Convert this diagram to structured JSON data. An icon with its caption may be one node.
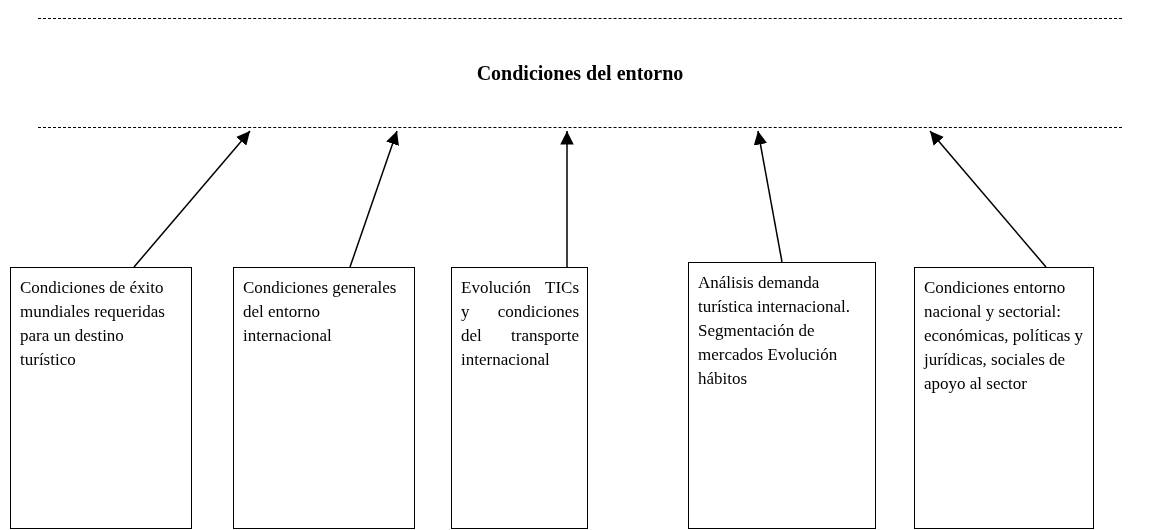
{
  "diagram": {
    "nodes": [
      {
        "text": [
          "Condiciones del entorno"
        ]
      },
      {
        "text": [
          "Condiciones de éxito mundiales requeridas para un destino turístico"
        ]
      },
      {
        "text": [
          "Condiciones generales del entorno internacional"
        ]
      },
      {
        "text": [
          "Evolución TICs y condiciones del transporte internacional"
        ]
      },
      {
        "text": [
          "Análisis demanda turística internacional. Segmentación de mercados Evolución hábitos"
        ]
      },
      {
        "text": [
          "Condiciones entorno nacional y sectorial: económicas, políticas y jurídicas, sociales de apoyo al sector"
        ]
      }
    ],
    "edges": [
      {
        "from": 1,
        "to": 0,
        "arrow": "to"
      },
      {
        "from": 2,
        "to": 0,
        "arrow": "to"
      },
      {
        "from": 3,
        "to": 0,
        "arrow": "to"
      },
      {
        "from": 4,
        "to": 0,
        "arrow": "to"
      },
      {
        "from": 5,
        "to": 0,
        "arrow": "to"
      }
    ]
  }
}
